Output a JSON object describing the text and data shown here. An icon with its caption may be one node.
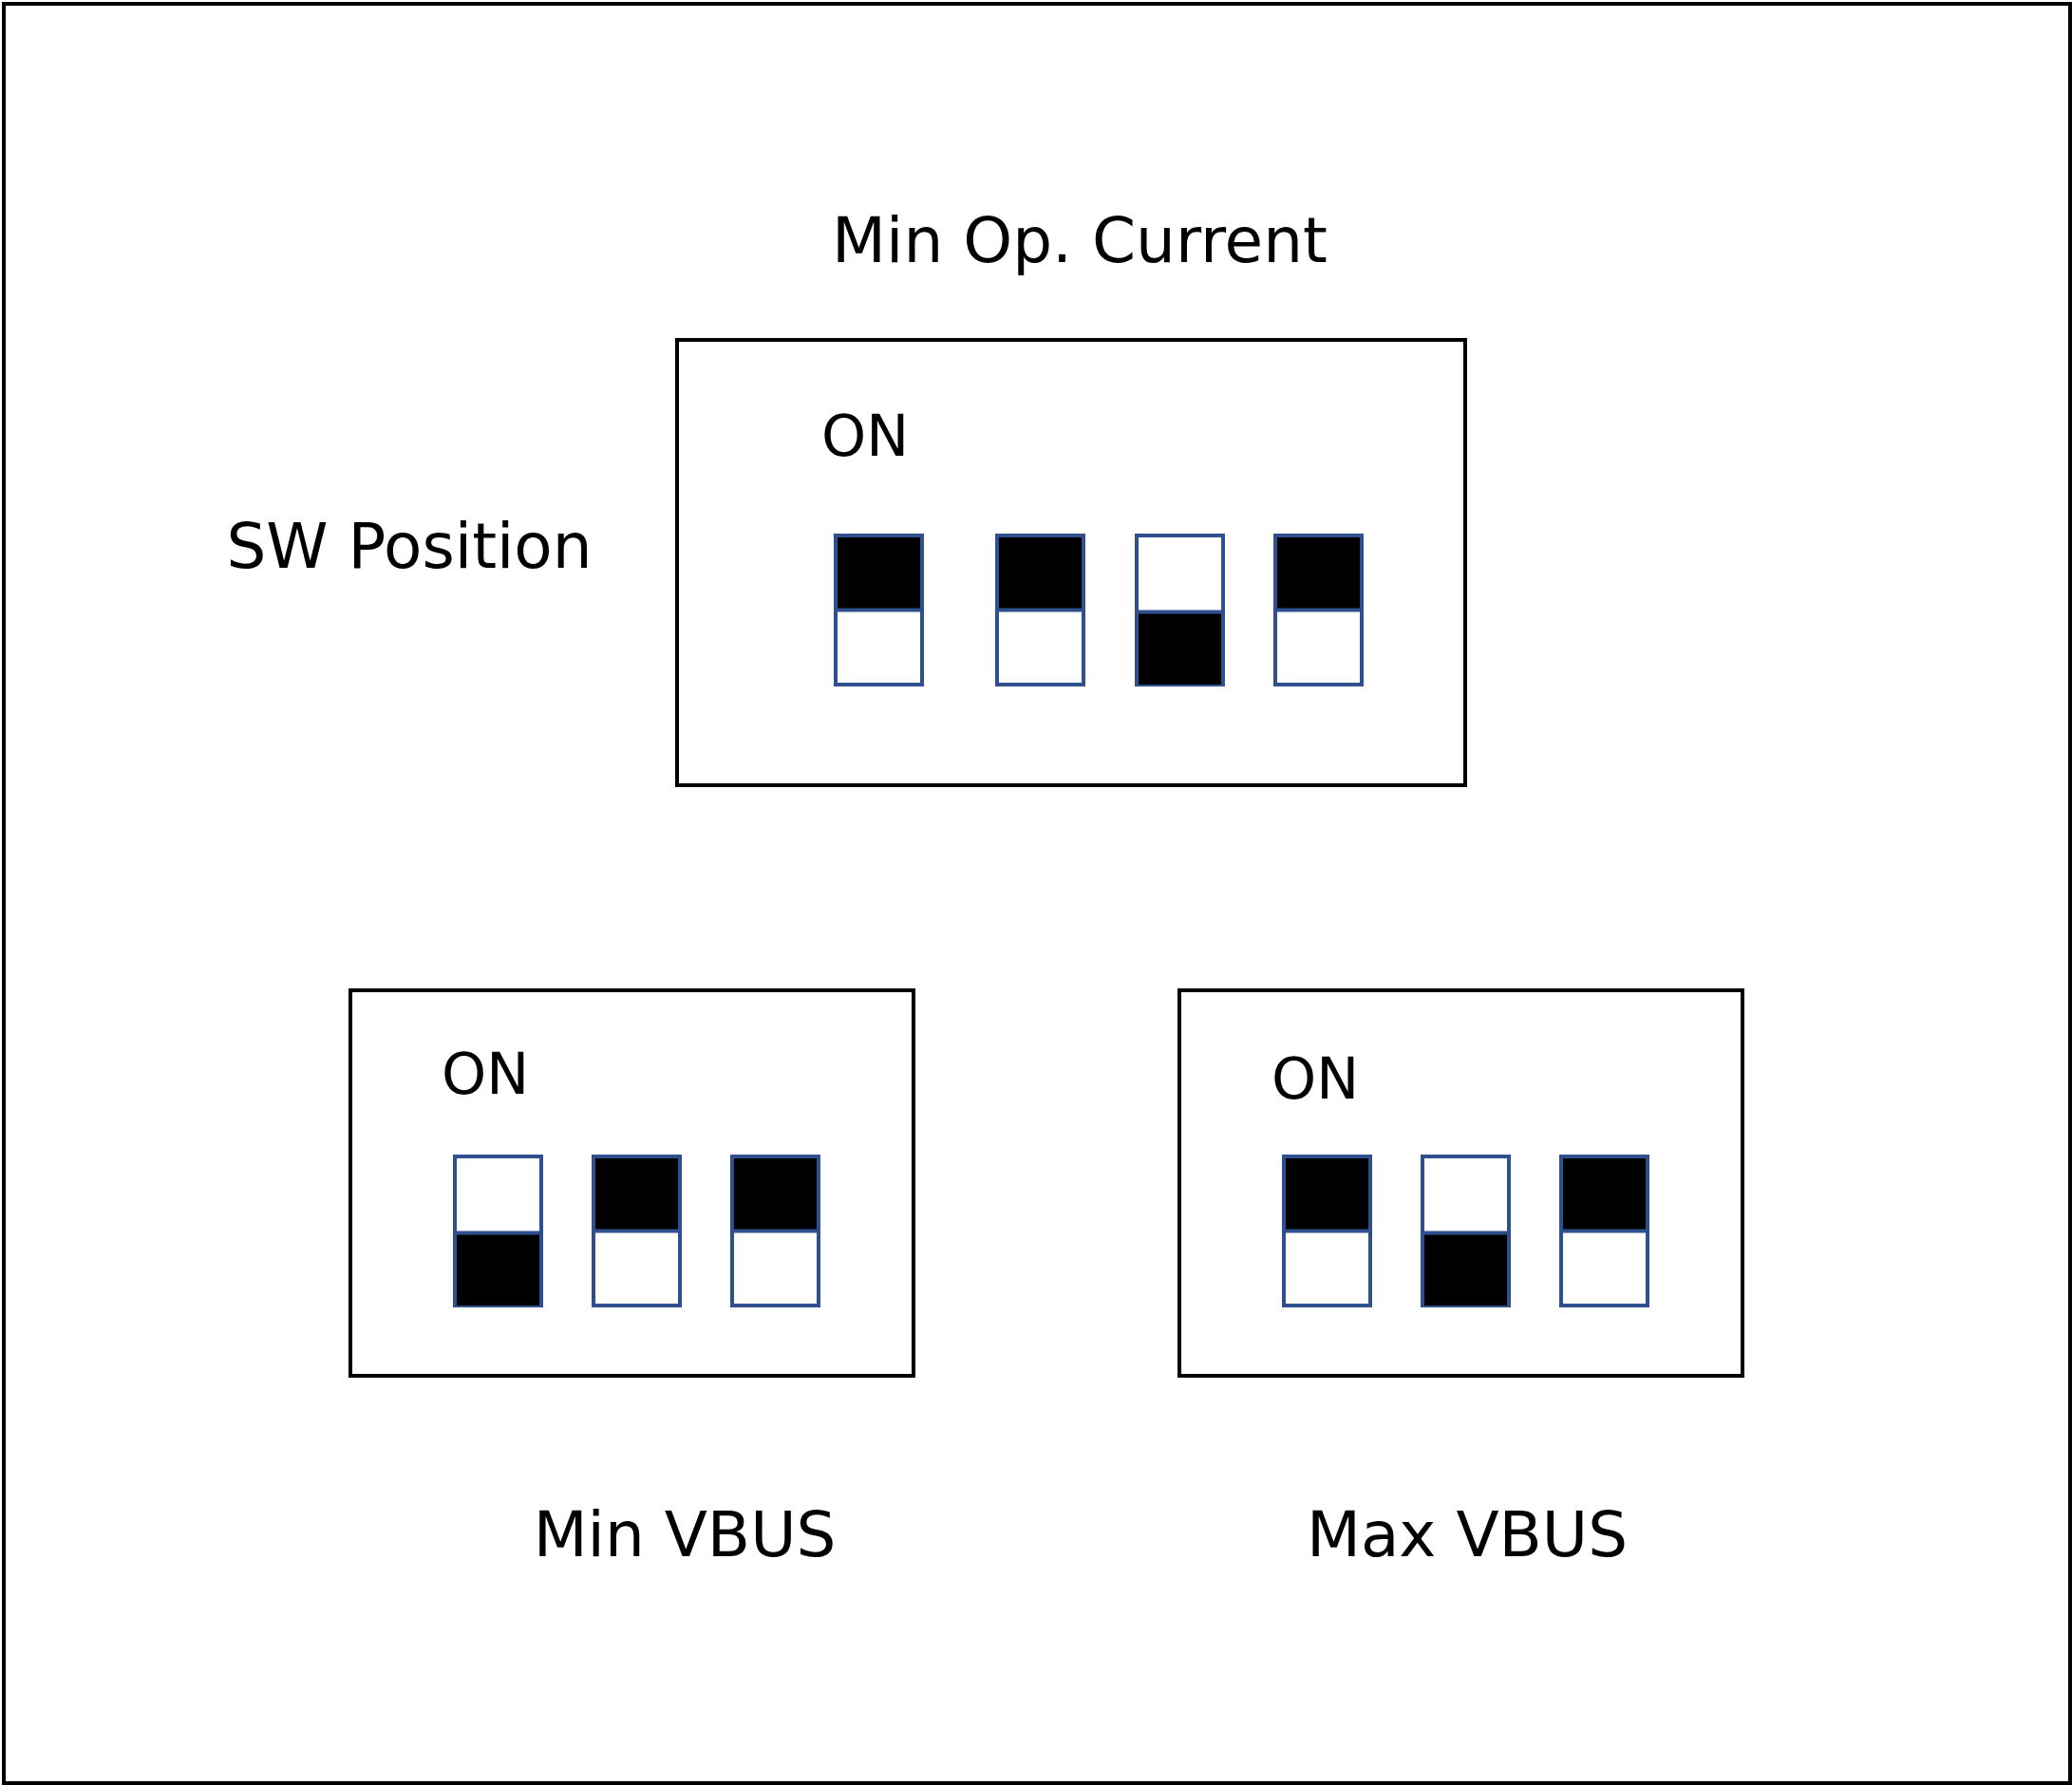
{
  "diagram": {
    "nodes": [
      {
        "text": [
          "Min Op. Current",
          "ON"
        ]
      },
      {
        "text": [],
        "shape": "box",
        "in": 0
      },
      {
        "text": [],
        "shape": "box",
        "in": 0
      },
      {
        "text": [],
        "shape": "box",
        "in": 0
      },
      {
        "text": [],
        "shape": "box",
        "in": 0
      },
      {
        "text": [
          "ON",
          "Min VBUS"
        ]
      },
      {
        "text": [],
        "shape": "box",
        "in": 5
      },
      {
        "text": [],
        "shape": "box",
        "in": 5
      },
      {
        "text": [],
        "shape": "box",
        "in": 5
      },
      {
        "text": [
          "ON",
          "Max VBUS"
        ]
      },
      {
        "text": [],
        "shape": "box",
        "in": 9
      },
      {
        "text": [],
        "shape": "box",
        "in": 9
      },
      {
        "text": [],
        "shape": "box",
        "in": 9
      }
    ],
    "labels": [
      "SW Position"
    ]
  }
}
